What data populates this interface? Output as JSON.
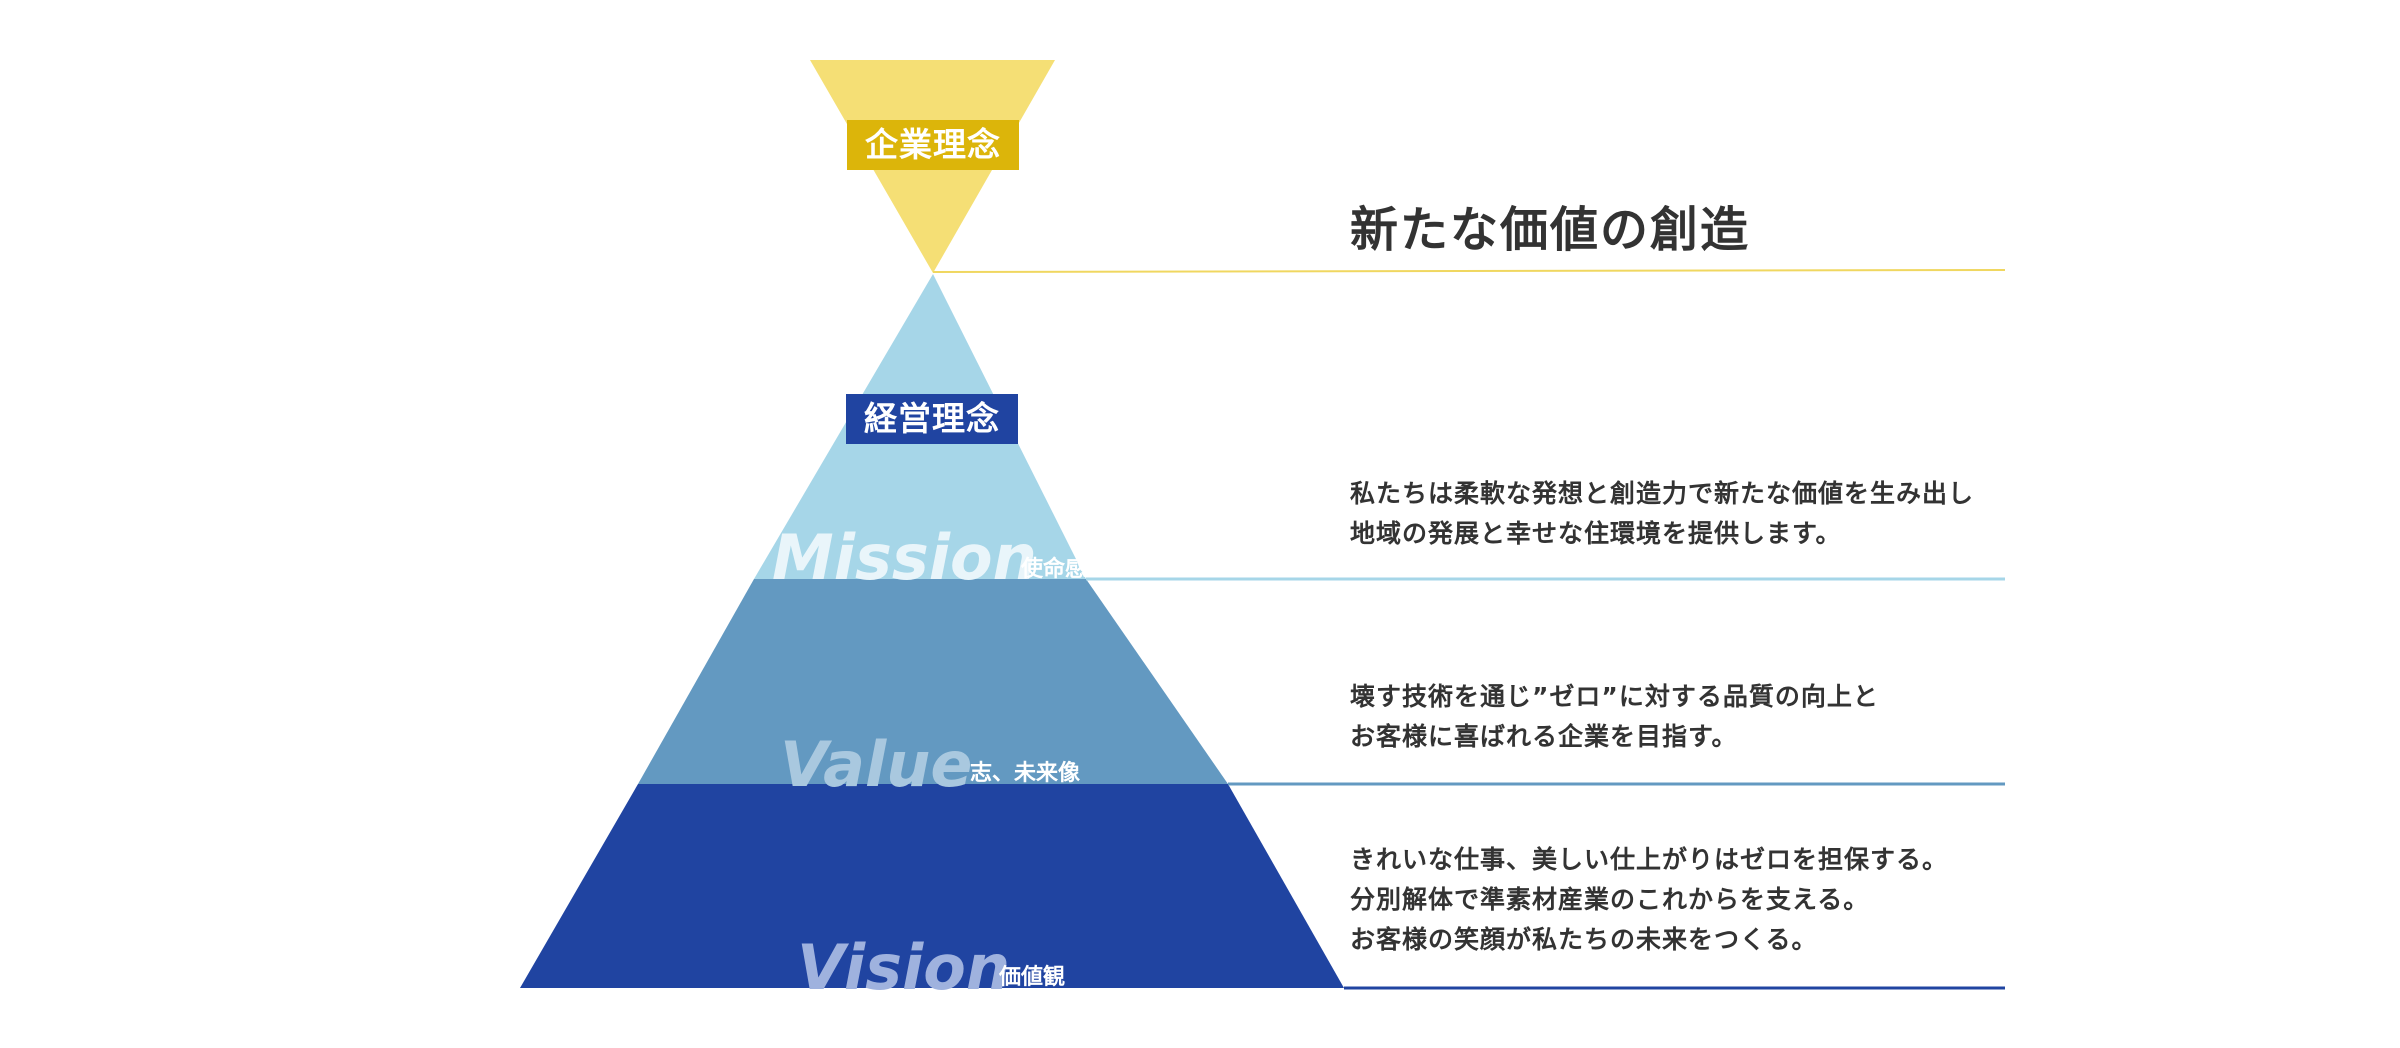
{
  "colors": {
    "top_triangle": "#f5df75",
    "top_label_bg": "#dcb50a",
    "mission_fill": "#a6d6e8",
    "value_fill": "#6399c1",
    "vision_fill": "#2044a1",
    "mid_label_bg": "#2044a1",
    "line_top": "#f0d760",
    "line_mission": "#a6d6e8",
    "line_value": "#6399c1",
    "line_vision": "#2044a1",
    "text": "#333333"
  },
  "philosophy": {
    "label": "企業理念",
    "headline": "新たな価値の創造"
  },
  "management": {
    "label": "経営理念"
  },
  "tiers": [
    {
      "title": "Mission",
      "subtitle": "使命感",
      "lines": [
        "私たちは柔軟な発想と創造力で新たな価値を生み出し",
        "地域の発展と幸せな住環境を提供します。"
      ]
    },
    {
      "title": "Value",
      "subtitle": "志、未来像",
      "lines": [
        "壊す技術を通じ”ゼロ”に対する品質の向上と",
        "お客様に喜ばれる企業を目指す。"
      ]
    },
    {
      "title": "Vision",
      "subtitle": "価値観",
      "lines": [
        "きれいな仕事、美しい仕上がりはゼロを担保する。",
        "分別解体で準素材産業のこれからを支える。",
        "お客様の笑顔が私たちの未来をつくる。"
      ]
    }
  ]
}
